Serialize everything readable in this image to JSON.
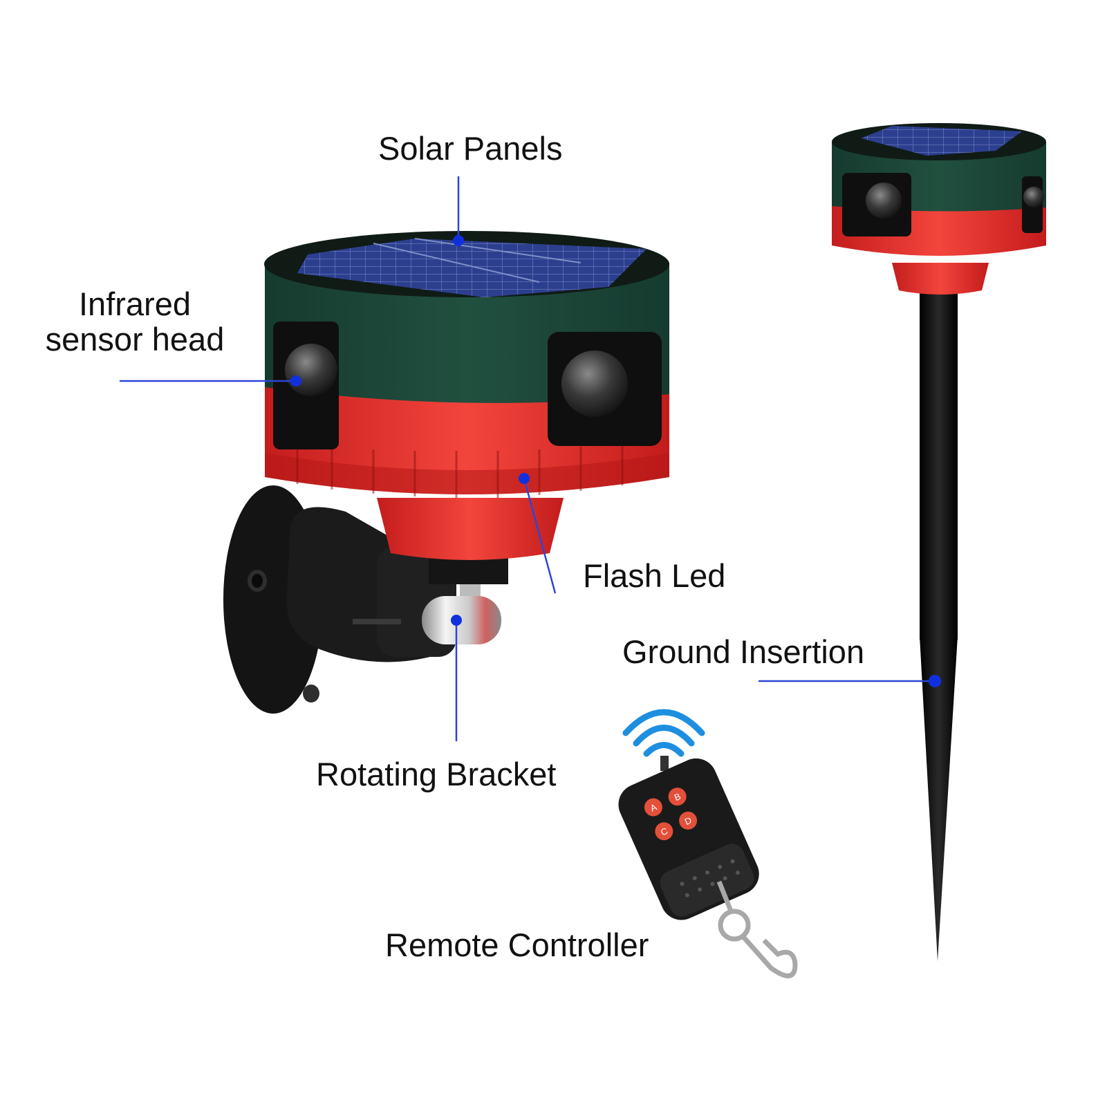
{
  "labels": {
    "solar_panels": "Solar Panels",
    "infrared_line1": "Infrared",
    "infrared_line2": "sensor head",
    "flash_led": "Flash Led",
    "ground_insertion": "Ground Insertion",
    "rotating_bracket": "Rotating Bracket",
    "remote_controller": "Remote Controller"
  },
  "remote_buttons": [
    "A",
    "B",
    "C",
    "D"
  ],
  "colors": {
    "callout_line": "#2b46d6",
    "callout_dot": "#1030e0",
    "housing_green": "#1f4a3c",
    "housing_red": "#e8322d",
    "solar_panel": "#2c3f8f",
    "bracket_black": "#161616",
    "signal_blue": "#1e8fe0",
    "remote_button": "#e3503a"
  }
}
